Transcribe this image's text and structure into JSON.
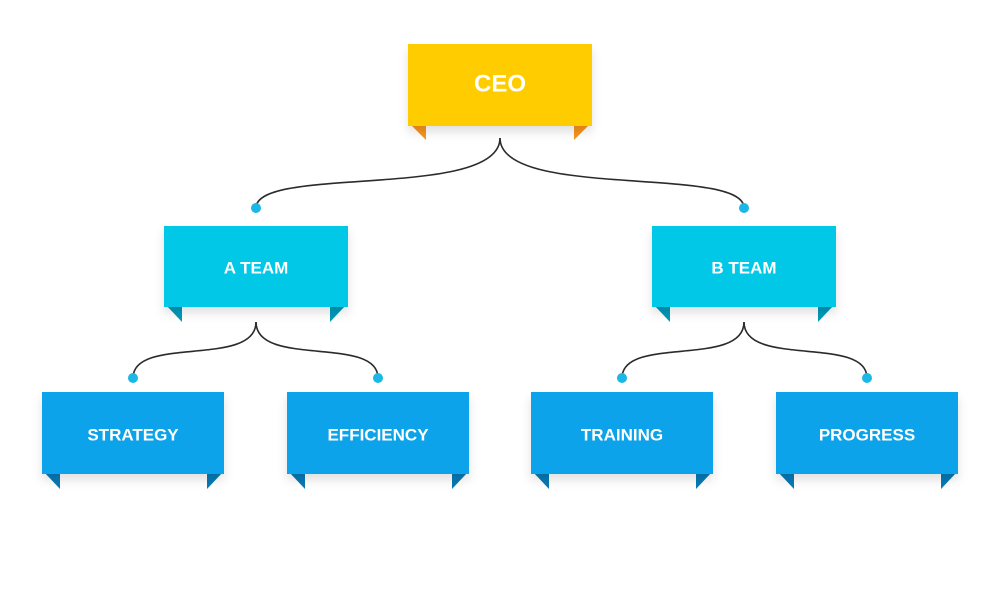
{
  "colors": {
    "ceo_face": "#FFCC00",
    "ceo_fold": "#F7941D",
    "team_face": "#00C8E6",
    "team_fold": "#0099B8",
    "dept_face": "#0AA3EA",
    "dept_fold": "#0779B5",
    "connector": "#2B2B2B",
    "dot": "#1BB7E6"
  },
  "nodes": {
    "ceo": {
      "label": "CEO"
    },
    "a_team": {
      "label": "A TEAM"
    },
    "b_team": {
      "label": "B TEAM"
    },
    "strategy": {
      "label": "STRATEGY"
    },
    "efficiency": {
      "label": "EFFICIENCY"
    },
    "training": {
      "label": "TRAINING"
    },
    "progress": {
      "label": "PROGRESS"
    }
  },
  "edges": [
    {
      "from": "ceo",
      "to": "a_team"
    },
    {
      "from": "ceo",
      "to": "b_team"
    },
    {
      "from": "a_team",
      "to": "strategy"
    },
    {
      "from": "a_team",
      "to": "efficiency"
    },
    {
      "from": "b_team",
      "to": "training"
    },
    {
      "from": "b_team",
      "to": "progress"
    }
  ]
}
